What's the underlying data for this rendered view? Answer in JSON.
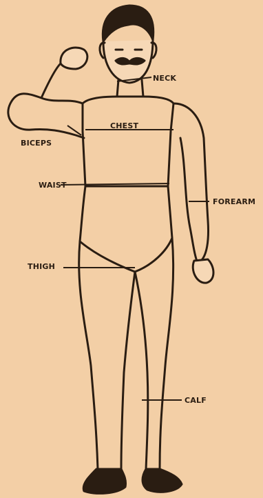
{
  "labels": {
    "neck": "NECK",
    "chest": "CHEST",
    "biceps": "BICEPS",
    "waist": "WAIST",
    "forearm": "FOREARM",
    "thigh": "THIGH",
    "calf": "CALF"
  },
  "colors": {
    "background": "#f3cfa6",
    "ink": "#2a1d12",
    "skin": "#f6d8b6"
  }
}
